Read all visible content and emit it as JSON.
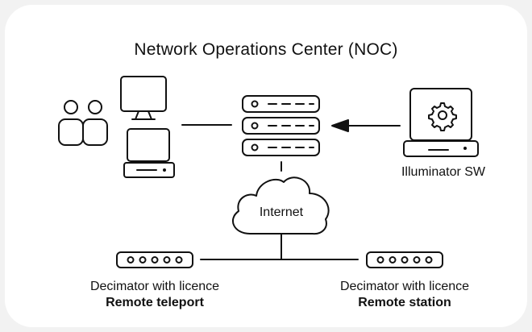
{
  "title": "Network Operations Center (NOC)",
  "nodes": {
    "illuminator": {
      "label": "Illuminator SW",
      "icon": "laptop-gear-icon"
    },
    "internet": {
      "label": "Internet",
      "icon": "cloud-icon"
    },
    "teleport": {
      "line1": "Decimator with licence",
      "line2": "Remote teleport",
      "icon": "decimator-device-icon"
    },
    "station": {
      "line1": "Decimator with licence",
      "line2": "Remote station",
      "icon": "decimator-device-icon"
    }
  },
  "colors": {
    "stroke": "#111111",
    "card": "#ffffff",
    "background": "#f2f2f2"
  }
}
